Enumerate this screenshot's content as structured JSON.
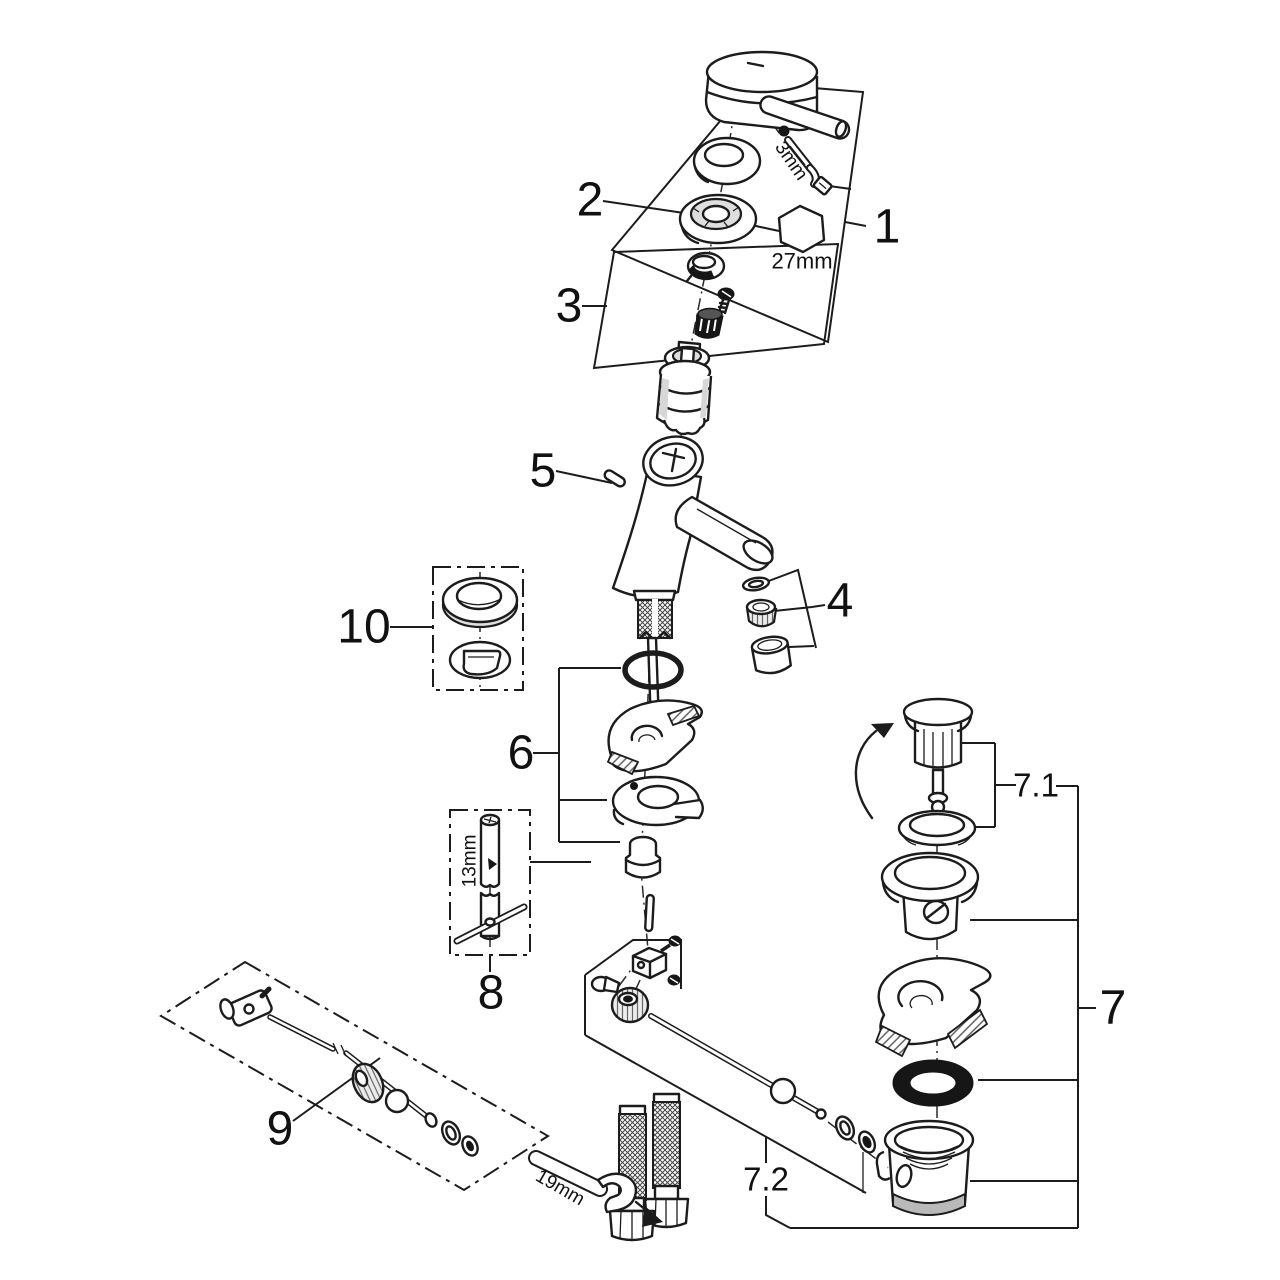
{
  "diagram": {
    "type": "exploded-parts-diagram",
    "callouts": [
      {
        "id": "callout-1",
        "label": "1"
      },
      {
        "id": "callout-2",
        "label": "2"
      },
      {
        "id": "callout-3",
        "label": "3"
      },
      {
        "id": "callout-4",
        "label": "4"
      },
      {
        "id": "callout-5",
        "label": "5"
      },
      {
        "id": "callout-6",
        "label": "6"
      },
      {
        "id": "callout-7",
        "label": "7"
      },
      {
        "id": "callout-7-1",
        "label": "7.1"
      },
      {
        "id": "callout-7-2",
        "label": "7.2"
      },
      {
        "id": "callout-8",
        "label": "8"
      },
      {
        "id": "callout-9",
        "label": "9"
      },
      {
        "id": "callout-10",
        "label": "10"
      }
    ],
    "tool_sizes": [
      {
        "id": "allen-key-size",
        "label": "3mm"
      },
      {
        "id": "hex-wrench-size",
        "label": "27mm"
      },
      {
        "id": "socket-tool-size",
        "label": "13mm"
      },
      {
        "id": "open-wrench-size",
        "label": "19mm"
      }
    ]
  },
  "colors": {
    "line": "#1c1c1c",
    "background": "#ffffff",
    "shade_light": "#dedede",
    "shade_mid": "#b9b9b9",
    "fill_dark": "#161616"
  }
}
